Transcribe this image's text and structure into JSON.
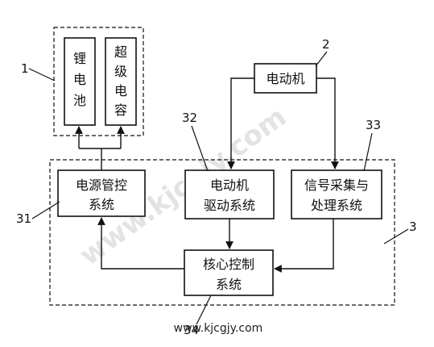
{
  "diagram": {
    "groups": {
      "storage": {
        "ref": "1"
      },
      "control_board": {
        "ref": "3"
      }
    },
    "nodes": {
      "lithium_battery": {
        "chars": [
          "锂",
          "电",
          "池"
        ]
      },
      "supercapacitor": {
        "chars": [
          "超",
          "级",
          "电",
          "容"
        ]
      },
      "motor": {
        "label": "电动机",
        "ref": "2"
      },
      "power_mgmt": {
        "lines": [
          "电源管控",
          "系统"
        ],
        "ref": "31"
      },
      "motor_driver": {
        "lines": [
          "电动机",
          "驱动系统"
        ],
        "ref": "32"
      },
      "signal_acq": {
        "lines": [
          "信号采集与",
          "处理系统"
        ],
        "ref": "33"
      },
      "core_control": {
        "lines": [
          "核心控制",
          "系统"
        ],
        "ref": "34"
      }
    },
    "edges": [
      {
        "from": "power_mgmt",
        "to": "lithium_battery"
      },
      {
        "from": "power_mgmt",
        "to": "supercapacitor"
      },
      {
        "from": "motor",
        "to": "motor_driver"
      },
      {
        "from": "motor",
        "to": "signal_acq"
      },
      {
        "from": "motor_driver",
        "to": "core_control"
      },
      {
        "from": "signal_acq",
        "to": "core_control"
      },
      {
        "from": "core_control",
        "to": "power_mgmt"
      }
    ]
  },
  "watermark": {
    "text": "www.kjcgjy.com",
    "diagonal_text": "www.kjcgjy.com"
  },
  "colors": {
    "line": "#111111",
    "text": "#111111",
    "watermark": "#d9d9d9"
  }
}
